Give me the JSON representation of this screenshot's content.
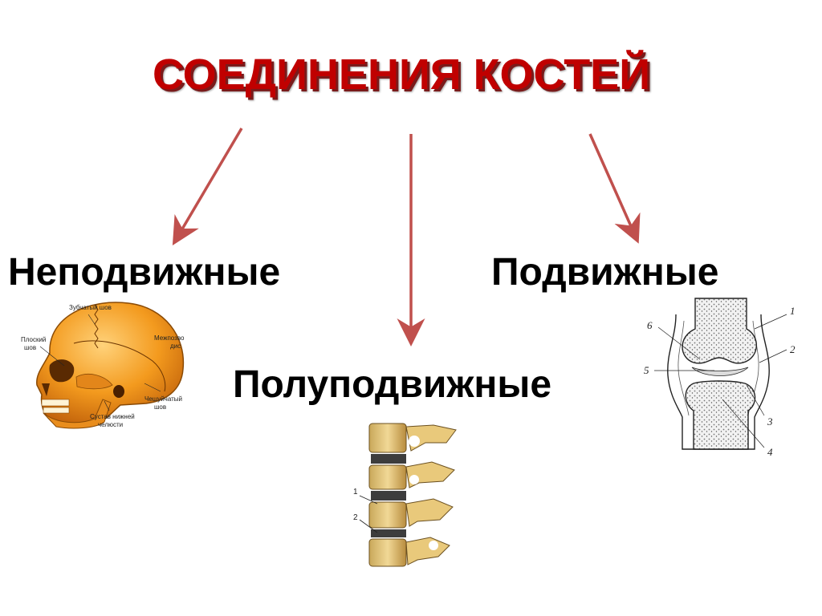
{
  "title": "СОЕДИНЕНИЯ КОСТЕЙ",
  "categories": {
    "immovable": "Неподвижные",
    "semi_movable": "Полуподвижные",
    "movable": "Подвижные"
  },
  "skull_labels": {
    "serrated_suture": "Зубчатый шов",
    "flat_suture_1": "Плоский",
    "flat_suture_2": "шов",
    "interfrontal_1": "Межпозво",
    "interfrontal_2": "дис",
    "squamous_1": "Чешуйчатый",
    "squamous_2": "шов",
    "jaw_joint_1": "Сустав нижней",
    "jaw_joint_2": "челюсти"
  },
  "spine_labels": [
    "1",
    "2"
  ],
  "joint_labels": [
    "1",
    "2",
    "3",
    "4",
    "5",
    "6"
  ],
  "colors": {
    "title": "#c00000",
    "arrow": "#c0504d"
  }
}
